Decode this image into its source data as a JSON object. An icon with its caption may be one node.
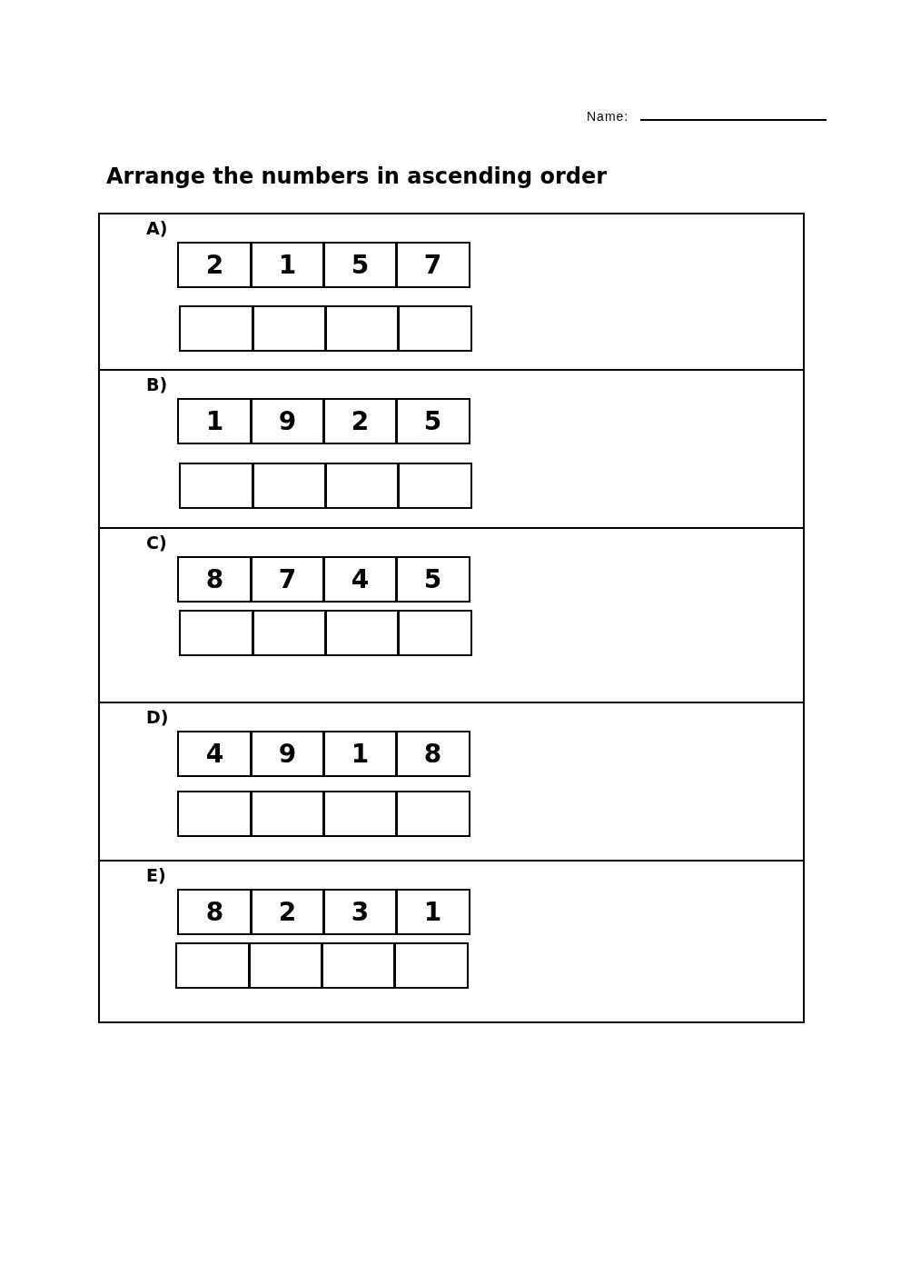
{
  "diagram": {
    "title": "Arrange the numbers in ascending order",
    "nodes": [
      {
        "text": [
          "A)"
        ]
      },
      {
        "text": [
          "2"
        ],
        "in": 0
      },
      {
        "text": [
          "1"
        ],
        "in": 0
      },
      {
        "text": [
          "5"
        ],
        "in": 0
      },
      {
        "text": [
          "7"
        ],
        "in": 0
      },
      {
        "text": [],
        "shape": "box",
        "in": 0
      },
      {
        "text": [],
        "shape": "box",
        "in": 0
      },
      {
        "text": [],
        "shape": "box",
        "in": 0
      },
      {
        "text": [],
        "shape": "box",
        "in": 0
      },
      {
        "text": [
          "B)"
        ]
      },
      {
        "text": [
          "1"
        ],
        "in": 9
      },
      {
        "text": [
          "9"
        ],
        "in": 9
      },
      {
        "text": [
          "2"
        ],
        "in": 9
      },
      {
        "text": [
          "5"
        ],
        "in": 9
      },
      {
        "text": [],
        "shape": "box",
        "in": 9
      },
      {
        "text": [],
        "shape": "box",
        "in": 9
      },
      {
        "text": [],
        "shape": "box",
        "in": 9
      },
      {
        "text": [],
        "shape": "box",
        "in": 9
      },
      {
        "text": [
          "C)"
        ]
      },
      {
        "text": [
          "8"
        ],
        "in": 18
      },
      {
        "text": [
          "7"
        ],
        "in": 18
      },
      {
        "text": [
          "4"
        ],
        "in": 18
      },
      {
        "text": [
          "5"
        ],
        "in": 18
      },
      {
        "text": [],
        "shape": "box",
        "in": 18
      },
      {
        "text": [],
        "shape": "box",
        "in": 18
      },
      {
        "text": [],
        "shape": "box",
        "in": 18
      },
      {
        "text": [],
        "shape": "box",
        "in": 18
      },
      {
        "text": [
          "D)"
        ]
      },
      {
        "text": [
          "4"
        ],
        "in": 27
      },
      {
        "text": [
          "9"
        ],
        "in": 27
      },
      {
        "text": [
          "1"
        ],
        "in": 27
      },
      {
        "text": [
          "8"
        ],
        "in": 27
      },
      {
        "text": [],
        "shape": "box",
        "in": 27
      },
      {
        "text": [],
        "shape": "box",
        "in": 27
      },
      {
        "text": [],
        "shape": "box",
        "in": 27
      },
      {
        "text": [],
        "shape": "box",
        "in": 27
      },
      {
        "text": [
          "E)"
        ]
      },
      {
        "text": [
          "8"
        ],
        "in": 36
      },
      {
        "text": [
          "2"
        ],
        "in": 36
      },
      {
        "text": [
          "3"
        ],
        "in": 36
      },
      {
        "text": [
          "1"
        ],
        "in": 36
      },
      {
        "text": [],
        "shape": "box",
        "in": 36
      },
      {
        "text": [],
        "shape": "box",
        "in": 36
      },
      {
        "text": [],
        "shape": "box",
        "in": 36
      },
      {
        "text": [],
        "shape": "box",
        "in": 36
      }
    ],
    "labels": [
      "Name:"
    ]
  }
}
